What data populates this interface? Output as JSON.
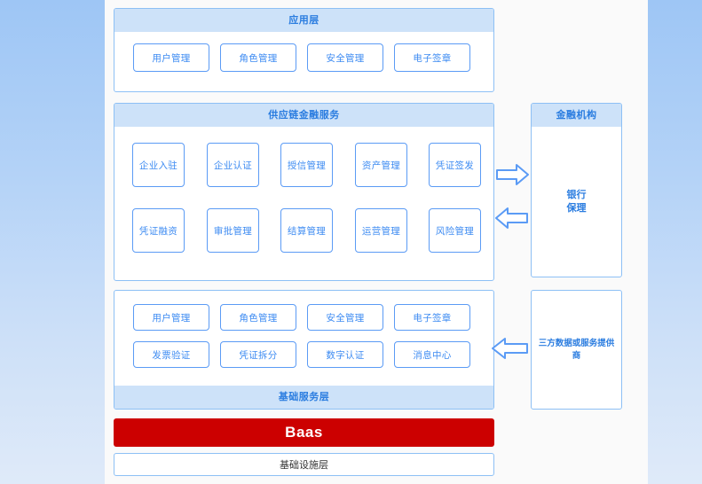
{
  "theme": {
    "accent_blue": "#3d8bf2",
    "band_blue": "#cde2f9",
    "border_blue": "#5b9bf5",
    "baas_red": "#cc0000",
    "panel_bg": "#fafafa"
  },
  "application_layer": {
    "title": "应用层",
    "tiles": [
      {
        "label": "用户管理"
      },
      {
        "label": "角色管理"
      },
      {
        "label": "安全管理"
      },
      {
        "label": "电子签章"
      }
    ]
  },
  "supply_chain_finance": {
    "title": "供应链金融服务",
    "row1": [
      {
        "label": "企业入驻"
      },
      {
        "label": "企业认证"
      },
      {
        "label": "授信管理"
      },
      {
        "label": "资产管理"
      },
      {
        "label": "凭证签发"
      }
    ],
    "row2": [
      {
        "label": "凭证融资"
      },
      {
        "label": "审批管理"
      },
      {
        "label": "结算管理"
      },
      {
        "label": "运营管理"
      },
      {
        "label": "风险管理"
      }
    ]
  },
  "basic_service_layer": {
    "title": "基础服务层",
    "row1": [
      {
        "label": "用户管理"
      },
      {
        "label": "角色管理"
      },
      {
        "label": "安全管理"
      },
      {
        "label": "电子签章"
      }
    ],
    "row2": [
      {
        "label": "发票验证"
      },
      {
        "label": "凭证拆分"
      },
      {
        "label": "数字认证"
      },
      {
        "label": "消息中心"
      }
    ]
  },
  "baas_bar": {
    "label": "Baas"
  },
  "infrastructure_bar": {
    "label": "基础设施层"
  },
  "financial_institution_panel": {
    "title": "金融机构",
    "line1": "银行",
    "line2": "保理"
  },
  "third_party_panel": {
    "label": "三方数据或服务提供商"
  },
  "arrows": [
    {
      "name": "arrow-to-financial-institution",
      "direction": "right"
    },
    {
      "name": "arrow-from-financial-institution",
      "direction": "left"
    },
    {
      "name": "arrow-from-third-party",
      "direction": "left"
    }
  ]
}
